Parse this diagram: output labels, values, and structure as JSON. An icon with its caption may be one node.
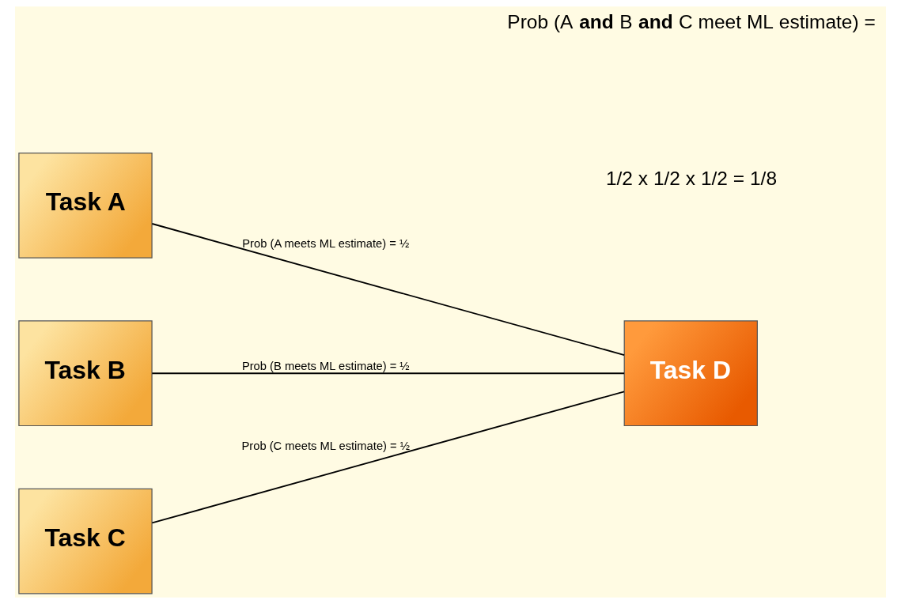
{
  "diagram": {
    "nodes": [
      {
        "text": [
          "Task A"
        ]
      },
      {
        "text": [
          "Task B"
        ]
      },
      {
        "text": [
          "Task C"
        ]
      },
      {
        "text": [
          "Task D"
        ]
      }
    ],
    "edges": [
      {
        "from": 0,
        "to": 3,
        "arrow": "none",
        "label": "Prob (A meets ML estimate) = ½"
      },
      {
        "from": 1,
        "to": 3,
        "arrow": "none",
        "label": "Prob (B meets ML estimate) = ½"
      },
      {
        "from": 2,
        "to": 3,
        "arrow": "none",
        "label": "Prob (C meets ML estimate) = ½"
      }
    ],
    "labels": [
      "Prob (A **and** B **and** C meet ML estimate) =",
      "1/2 x 1/2 x 1/2 = 1/8"
    ]
  }
}
